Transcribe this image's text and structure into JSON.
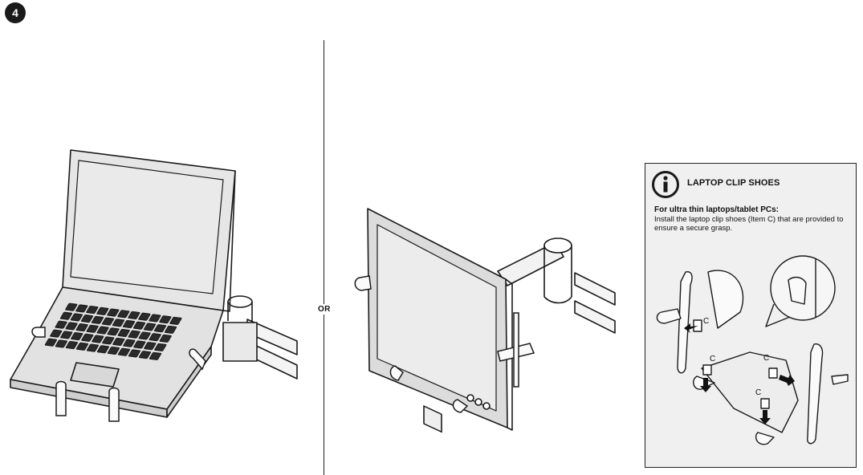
{
  "step": {
    "number": "4"
  },
  "separator": {
    "label": "OR"
  },
  "info": {
    "title": "LAPTOP CLIP SHOES",
    "subtitle": "For ultra thin laptops/tablet PCs:",
    "body": "Install the laptop clip shoes (Item C) that are provided to ensure a secure grasp.",
    "callouts": [
      "C",
      "C",
      "C",
      "C"
    ]
  }
}
